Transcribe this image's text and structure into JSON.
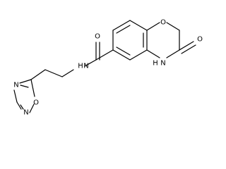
{
  "molecule": {
    "atoms": {
      "o_ring": "O",
      "o_carbonyl_ring": "O",
      "nh_ring": "H",
      "nh_ring_n": "N",
      "o_amide": "O",
      "nh_amide": "H",
      "nh_amide_n": "N",
      "n_oxadiazole_a": "N",
      "n_oxadiazole_b": "N",
      "o_oxadiazole": "O"
    }
  }
}
